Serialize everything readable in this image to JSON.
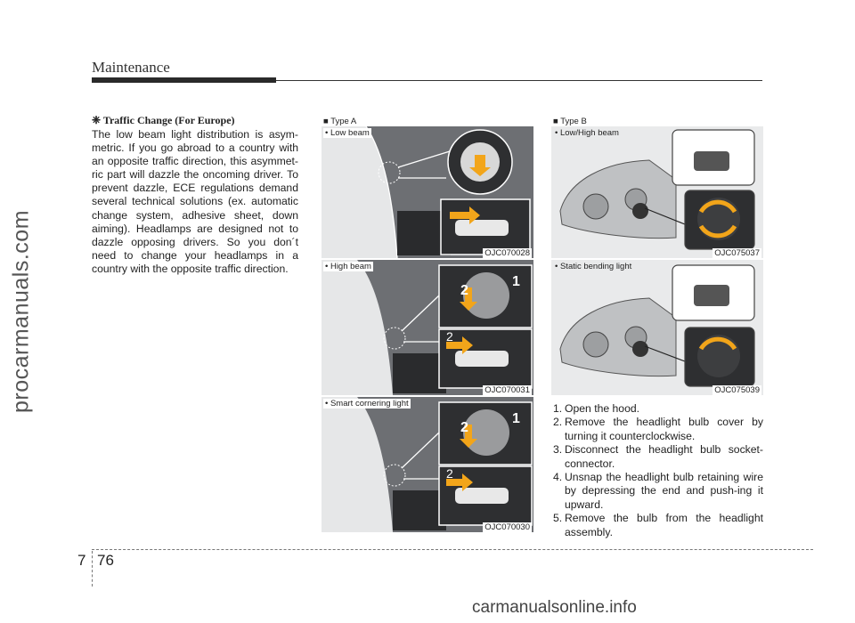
{
  "header": {
    "title": "Maintenance"
  },
  "side_watermark": "procarmanuals.com",
  "bottom_watermark": "carmanualsonline.info",
  "note": {
    "symbol": "❈",
    "title": "Traffic Change (For Europe)",
    "body": "The low beam light distribution is asym-metric. If you go abroad to a country with an opposite traffic direction, this asymmet-ric part will dazzle the oncoming driver. To prevent dazzle, ECE regulations demand several technical solutions (ex. automatic change system, adhesive sheet, down aiming). Headlamps are designed not to dazzle opposing drivers. So you don´t need to change your headlamps in a country with the opposite traffic direction."
  },
  "type_a": {
    "heading": "■ Type A",
    "images": [
      {
        "caption": "• Low beam",
        "code": "OJC070028"
      },
      {
        "caption": "• High beam",
        "code": "OJC070031",
        "callouts": [
          "1",
          "2",
          "2"
        ]
      },
      {
        "caption": "• Smart cornering light",
        "code": "OJC070030",
        "callouts": [
          "1",
          "2",
          "2"
        ]
      }
    ]
  },
  "type_b": {
    "heading": "■ Type B",
    "images": [
      {
        "caption": "• Low/High beam",
        "code": "OJC075037"
      },
      {
        "caption": "• Static bending light",
        "code": "OJC075039"
      }
    ]
  },
  "steps": [
    {
      "num": "1.",
      "text": "Open the hood."
    },
    {
      "num": "2.",
      "text": "Remove the headlight bulb cover by turning it counterclockwise."
    },
    {
      "num": "3.",
      "text": "Disconnect the headlight bulb socket-connector."
    },
    {
      "num": "4.",
      "text": "Unsnap the headlight bulb retaining wire by depressing the end and push-ing it upward."
    },
    {
      "num": "5.",
      "text": "Remove the bulb from the headlight assembly."
    }
  ],
  "footer": {
    "chapter": "7",
    "page": "76"
  },
  "colors": {
    "arrow": "#f2a51a",
    "panel_bg": "#6d6f73",
    "inset_bg": "#2e2f31"
  }
}
